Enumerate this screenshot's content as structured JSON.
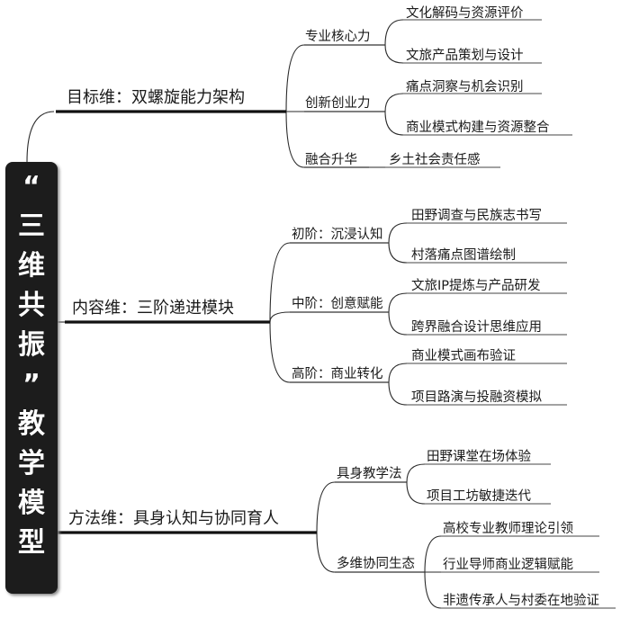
{
  "root": {
    "title": "“三维共振”教学模型"
  },
  "branches": [
    {
      "label": "目标维：双螺旋能力架构",
      "children": [
        {
          "label": "专业核心力",
          "leaves": [
            "文化解码与资源评价",
            "文旅产品策划与设计"
          ]
        },
        {
          "label": "创新创业力",
          "leaves": [
            "痛点洞察与机会识别",
            "商业模式构建与资源整合"
          ]
        },
        {
          "label": "融合升华",
          "leaves": [
            "乡土社会责任感"
          ]
        }
      ]
    },
    {
      "label": "内容维：三阶递进模块",
      "children": [
        {
          "label": "初阶：沉浸认知",
          "leaves": [
            "田野调查与民族志书写",
            "村落痛点图谱绘制"
          ]
        },
        {
          "label": "中阶：创意赋能",
          "leaves": [
            "文旅IP提炼与产品研发",
            "跨界融合设计思维应用"
          ]
        },
        {
          "label": "高阶：商业转化",
          "leaves": [
            "商业模式画布验证",
            "项目路演与投融资模拟"
          ]
        }
      ]
    },
    {
      "label": "方法维：具身认知与协同育人",
      "children": [
        {
          "label": "具身教学法",
          "leaves": [
            "田野课堂在场体验",
            "项目工坊敏捷迭代"
          ]
        },
        {
          "label": "多维协同生态",
          "leaves": [
            "高校专业教师理论引领",
            "行业导师商业逻辑赋能",
            "非遗传承人与村委在地验证"
          ]
        }
      ]
    }
  ]
}
